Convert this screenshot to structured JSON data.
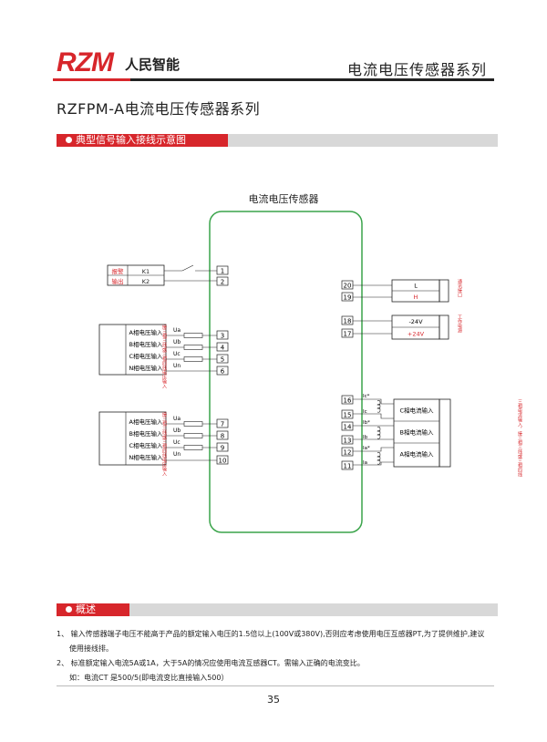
{
  "header": {
    "logo_rzm": "RZM",
    "logo_cn": "人民智能",
    "title": "电流电压传感器系列"
  },
  "page_title": "RZFPM-A电流电压传感器系列",
  "section1": {
    "label": "典型信号输入接线示意图"
  },
  "diagram": {
    "device_title": "电流电压传感器",
    "alarm_box": {
      "labels": [
        "报警",
        "输出"
      ],
      "terms": [
        "K1",
        "K2"
      ],
      "pins": [
        "1",
        "2"
      ]
    },
    "voltage_group_1": {
      "side_label": "接三相三线或三相四线电压输入",
      "rows": [
        {
          "label": "A相电压输入",
          "tag": "Ua",
          "pin": "3"
        },
        {
          "label": "B相电压输入",
          "tag": "Ub",
          "pin": "4"
        },
        {
          "label": "C相电压输入",
          "tag": "Uc",
          "pin": "5"
        },
        {
          "label": "N相电压输入",
          "tag": "Un",
          "pin": "6"
        }
      ]
    },
    "voltage_group_2": {
      "side_label": "接三相三线或三相四线电压输入",
      "rows": [
        {
          "label": "A相电压输入",
          "tag": "Ua",
          "pin": "7"
        },
        {
          "label": "B相电压输入",
          "tag": "Ub",
          "pin": "8"
        },
        {
          "label": "C相电压输入",
          "tag": "Uc",
          "pin": "9"
        },
        {
          "label": "N相电压输入",
          "tag": "Un",
          "pin": "10"
        }
      ]
    },
    "comm": {
      "side_label": "通讯接口",
      "rows": [
        {
          "pin": "20",
          "label": "L"
        },
        {
          "pin": "19",
          "label": "H"
        }
      ]
    },
    "power": {
      "side_label": "工作电源",
      "rows": [
        {
          "pin": "18",
          "label": "-24V"
        },
        {
          "pin": "17",
          "label": "+24V"
        }
      ]
    },
    "current": {
      "side_label": "三相电流输入，接三相三线或三相四线",
      "rows": [
        {
          "pins": [
            "16",
            "15"
          ],
          "tags": [
            "Ic*",
            "Ic"
          ],
          "label": "C相电流输入"
        },
        {
          "pins": [
            "14",
            "13"
          ],
          "tags": [
            "Ib*",
            "Ib"
          ],
          "label": "B相电流输入"
        },
        {
          "pins": [
            "12",
            "11"
          ],
          "tags": [
            "Ia*",
            "Ia"
          ],
          "label": "A相电流输入"
        }
      ]
    }
  },
  "section2": {
    "label": "概述"
  },
  "overview": {
    "item1_line1": "1、 输入传感器端子电压不能高于产品的额定输入电压的1.5倍以上(100V或380V),否则应考虑使用电压互感器PT,为了提供维护,建议",
    "item1_line2": "使用接线排。",
    "item2": "2、 标准额定输入电流5A或1A，大于5A的情况应使用电流互感器CT。需输入正确的电流变比。",
    "item2_example": "如：电流CT 是500/5(即电流变比直接输入500）"
  },
  "page_number": "35",
  "colors": {
    "brand_red": "#d7262b",
    "device_green": "#3aa44a",
    "bar_grey": "#d8d8d8"
  }
}
